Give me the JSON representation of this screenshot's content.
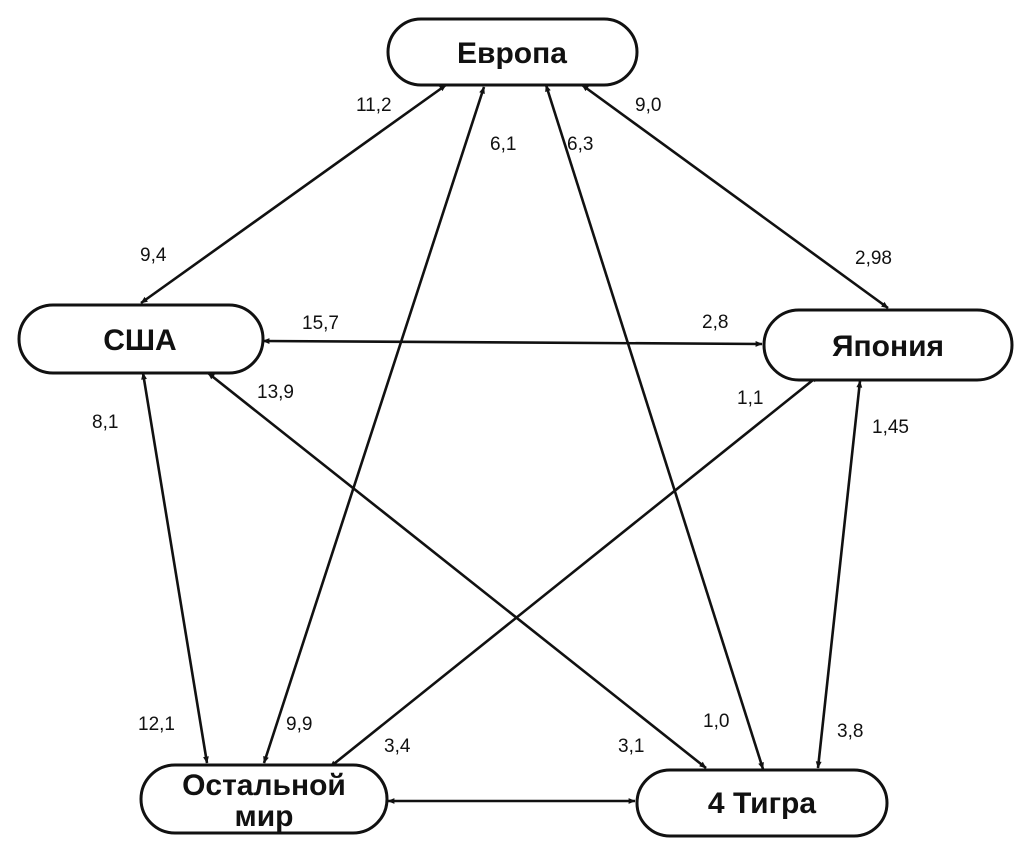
{
  "nodes": {
    "europe": {
      "label": "Европа"
    },
    "usa": {
      "label": "США"
    },
    "japan": {
      "label": "Япония"
    },
    "rest": {
      "label_line1": "Остальной",
      "label_line2": "мир"
    },
    "tigers": {
      "label": "4 Тигра"
    }
  },
  "edge_values": {
    "europe_usa_at_europe": "11,2",
    "europe_usa_at_usa": "9,4",
    "europe_rest_at_europe": "6,1",
    "europe_rest_at_rest": "9,9",
    "europe_tigers_at_europe": "6,3",
    "europe_tigers_at_tigers": "1,0",
    "europe_japan_at_europe": "9,0",
    "europe_japan_at_japan": "2,98",
    "usa_japan_at_usa": "15,7",
    "usa_japan_at_japan": "2,8",
    "usa_tigers_at_usa": "13,9",
    "usa_tigers_at_tigers": "3,1",
    "usa_rest_at_usa": "8,1",
    "usa_rest_at_rest": "12,1",
    "japan_rest_at_japan": "1,1",
    "japan_rest_at_rest": "3,4",
    "japan_tigers_at_japan": "1,45",
    "japan_tigers_at_tigers": "3,8"
  }
}
